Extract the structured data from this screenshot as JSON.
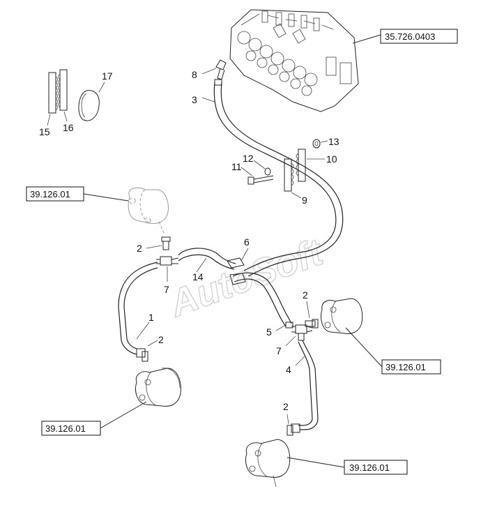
{
  "refs": {
    "valve": "35.726.0403",
    "motor_a": "39.126.01",
    "motor_b": "39.126.01",
    "motor_c": "39.126.01",
    "motor_d": "39.126.01"
  },
  "callouts": {
    "c1": "1",
    "c2a": "2",
    "c2b": "2",
    "c2c": "2",
    "c2d": "2",
    "c3": "3",
    "c4": "4",
    "c5": "5",
    "c6": "6",
    "c7a": "7",
    "c7b": "7",
    "c8": "8",
    "c9": "9",
    "c10": "10",
    "c11": "11",
    "c12": "12",
    "c13": "13",
    "c14": "14",
    "c15": "15",
    "c16": "16",
    "c17": "17"
  },
  "watermark": "AutoSoft"
}
